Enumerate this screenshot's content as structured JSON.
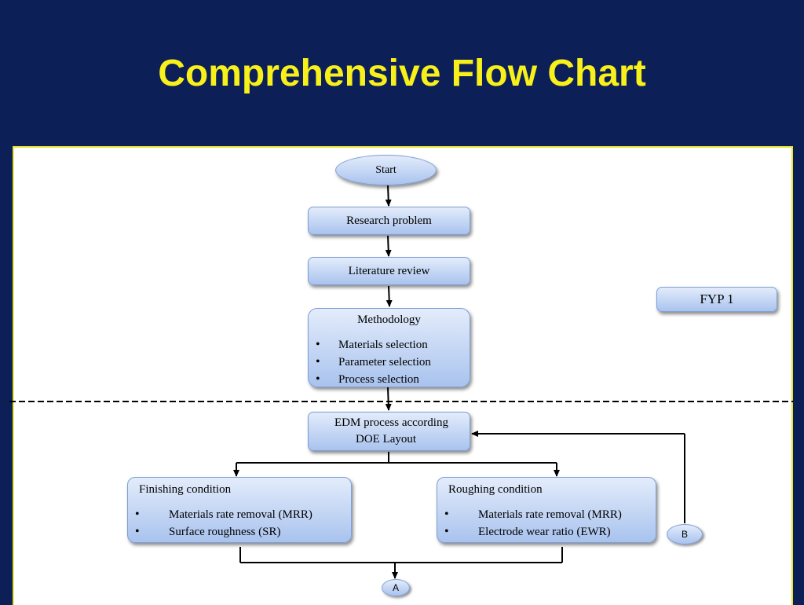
{
  "title": "Comprehensive Flow Chart",
  "nodes": {
    "start": "Start",
    "research": "Research problem",
    "literature": "Literature review",
    "methodology": {
      "heading": "Methodology",
      "items": [
        "Materials selection",
        "Parameter selection",
        "Process selection"
      ]
    },
    "edm": {
      "line1": "EDM process according",
      "line2": "DOE Layout"
    },
    "finishing": {
      "heading": "Finishing condition",
      "items": [
        "Materials rate removal (MRR)",
        "Surface roughness (SR)"
      ]
    },
    "roughing": {
      "heading": "Roughing condition",
      "items": [
        "Materials rate removal (MRR)",
        "Electrode wear ratio (EWR)"
      ]
    },
    "fyp": "FYP 1",
    "connector_a": "A",
    "connector_b": "B"
  },
  "colors": {
    "background": "#0c1f57",
    "title": "#f7f01a",
    "node_fill_top": "#e3ecfb",
    "node_fill_bottom": "#a9c3ee"
  }
}
